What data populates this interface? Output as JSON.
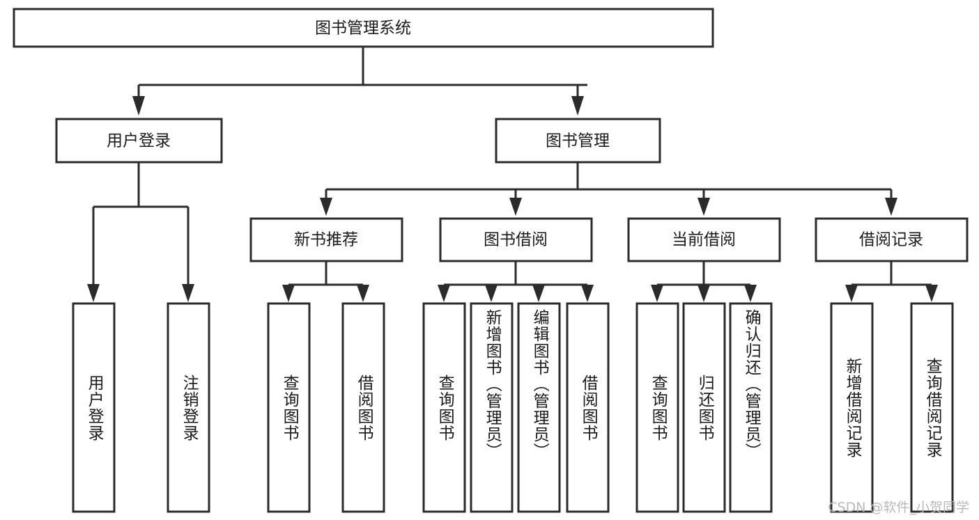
{
  "diagram": {
    "type": "tree",
    "title": "图书管理系统",
    "watermark": "CSDN @软件_小贺同学",
    "colors": {
      "stroke": "#2b2b2b",
      "fill": "#ffffff",
      "text": "#1a1a1a",
      "watermark": "#b9b9b9",
      "background": "#ffffff"
    },
    "levels": {
      "root": "图书管理系统",
      "level2": [
        "用户登录",
        "图书管理"
      ],
      "level3": [
        "新书推荐",
        "图书借阅",
        "当前借阅",
        "借阅记录"
      ]
    },
    "nodes": {
      "root": {
        "label": "图书管理系统"
      },
      "user_login": {
        "label": "用户登录"
      },
      "book_mgmt": {
        "label": "图书管理"
      },
      "new_book_rec": {
        "label": "新书推荐"
      },
      "book_borrow": {
        "label": "图书借阅"
      },
      "current_borrow": {
        "label": "当前借阅"
      },
      "borrow_record": {
        "label": "借阅记录"
      },
      "leaf_user_login": {
        "label": "用户登录"
      },
      "leaf_logout": {
        "label": "注销登录"
      },
      "leaf_query_book_1": {
        "label": "查询图书"
      },
      "leaf_borrow_book_1": {
        "label": "借阅图书"
      },
      "leaf_query_book_2": {
        "label": "查询图书"
      },
      "leaf_add_book": {
        "label": "新增图书（管理员）"
      },
      "leaf_edit_book": {
        "label": "编辑图书（管理员）"
      },
      "leaf_borrow_book_2": {
        "label": "借阅图书"
      },
      "leaf_query_book_3": {
        "label": "查询图书"
      },
      "leaf_return_book": {
        "label": "归还图书"
      },
      "leaf_confirm_return": {
        "label": "确认归还（管理员）"
      },
      "leaf_add_record": {
        "label": "新增借阅记录"
      },
      "leaf_query_record": {
        "label": "查询借阅记录"
      }
    },
    "edges": [
      {
        "from": "root",
        "to": "user_login"
      },
      {
        "from": "root",
        "to": "book_mgmt"
      },
      {
        "from": "user_login",
        "to": "leaf_user_login"
      },
      {
        "from": "user_login",
        "to": "leaf_logout"
      },
      {
        "from": "book_mgmt",
        "to": "new_book_rec"
      },
      {
        "from": "book_mgmt",
        "to": "book_borrow"
      },
      {
        "from": "book_mgmt",
        "to": "current_borrow"
      },
      {
        "from": "book_mgmt",
        "to": "borrow_record"
      },
      {
        "from": "new_book_rec",
        "to": "leaf_query_book_1"
      },
      {
        "from": "new_book_rec",
        "to": "leaf_borrow_book_1"
      },
      {
        "from": "book_borrow",
        "to": "leaf_query_book_2"
      },
      {
        "from": "book_borrow",
        "to": "leaf_add_book"
      },
      {
        "from": "book_borrow",
        "to": "leaf_edit_book"
      },
      {
        "from": "book_borrow",
        "to": "leaf_borrow_book_2"
      },
      {
        "from": "current_borrow",
        "to": "leaf_query_book_3"
      },
      {
        "from": "current_borrow",
        "to": "leaf_return_book"
      },
      {
        "from": "current_borrow",
        "to": "leaf_confirm_return"
      },
      {
        "from": "borrow_record",
        "to": "leaf_add_record"
      },
      {
        "from": "borrow_record",
        "to": "leaf_query_record"
      }
    ]
  }
}
